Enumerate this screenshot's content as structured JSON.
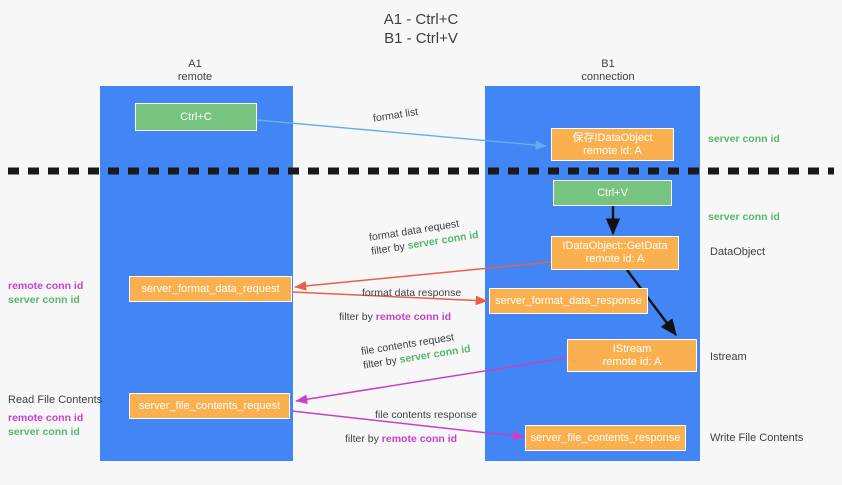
{
  "title": {
    "line1": "A1 - Ctrl+C",
    "line2": "B1 - Ctrl+V"
  },
  "colors": {
    "lane": "#4285f4",
    "green_node": "#76c47f",
    "orange_node": "#fbb04f",
    "server_conn_id": "#56b870",
    "remote_conn_id": "#c840c8",
    "arrow_blue": "#67aee8",
    "arrow_red": "#e8604c",
    "arrow_magenta": "#c840c8",
    "arrow_black": "#1a1a1a",
    "background": "#f7f7f7",
    "text": "#3c4043"
  },
  "lanes": [
    {
      "id": "a1",
      "title": "A1",
      "subtitle": "remote"
    },
    {
      "id": "b1",
      "title": "B1",
      "subtitle": "connection"
    }
  ],
  "nodes": [
    {
      "id": "ctrl-c",
      "line1": "Ctrl+C",
      "line2": "",
      "style": "green"
    },
    {
      "id": "save-idataobject",
      "line1": "保存IDataObject",
      "line2": "remote id: A",
      "style": "orange"
    },
    {
      "id": "ctrl-v",
      "line1": "Ctrl+V",
      "line2": "",
      "style": "green"
    },
    {
      "id": "getdata",
      "line1": "IDataObject::GetData",
      "line2": "remote id: A",
      "style": "orange"
    },
    {
      "id": "format-data-request",
      "line1": "server_format_data_request",
      "line2": "",
      "style": "orange"
    },
    {
      "id": "format-data-response",
      "line1": "server_format_data_response",
      "line2": "",
      "style": "orange"
    },
    {
      "id": "istream",
      "line1": "IStream",
      "line2": "remote id: A",
      "style": "orange"
    },
    {
      "id": "file-contents-request",
      "line1": "server_file_contents_request",
      "line2": "",
      "style": "orange"
    },
    {
      "id": "file-contents-response",
      "line1": "server_file_contents_response",
      "line2": "",
      "style": "orange"
    }
  ],
  "edge_labels": {
    "format_list": "format list",
    "format_data_request": "format data request",
    "format_data_request_filter_prefix": "filter by ",
    "format_data_request_filter_key": "server conn id",
    "format_data_response": "format data response",
    "format_data_response_filter_prefix": "filter by ",
    "format_data_response_filter_key": "remote conn id",
    "file_contents_request": "file contents request",
    "file_contents_request_filter_prefix": "filter by ",
    "file_contents_request_filter_key": "server conn id",
    "file_contents_response": "file contents response",
    "file_contents_response_filter_prefix": "filter by ",
    "file_contents_response_filter_key": "remote conn id"
  },
  "right_labels": {
    "server_conn_id_top": "server conn id",
    "server_conn_id_mid": "server conn id",
    "dataobject": "DataObject",
    "istream": "Istream",
    "write_file_contents": "Write File Contents"
  },
  "left_labels": {
    "remote_conn_id_upper": "remote conn id",
    "server_conn_id_upper": "server conn id",
    "read_file_contents": "Read File Contents",
    "remote_conn_id_lower": "remote conn id",
    "server_conn_id_lower": "server conn id"
  }
}
